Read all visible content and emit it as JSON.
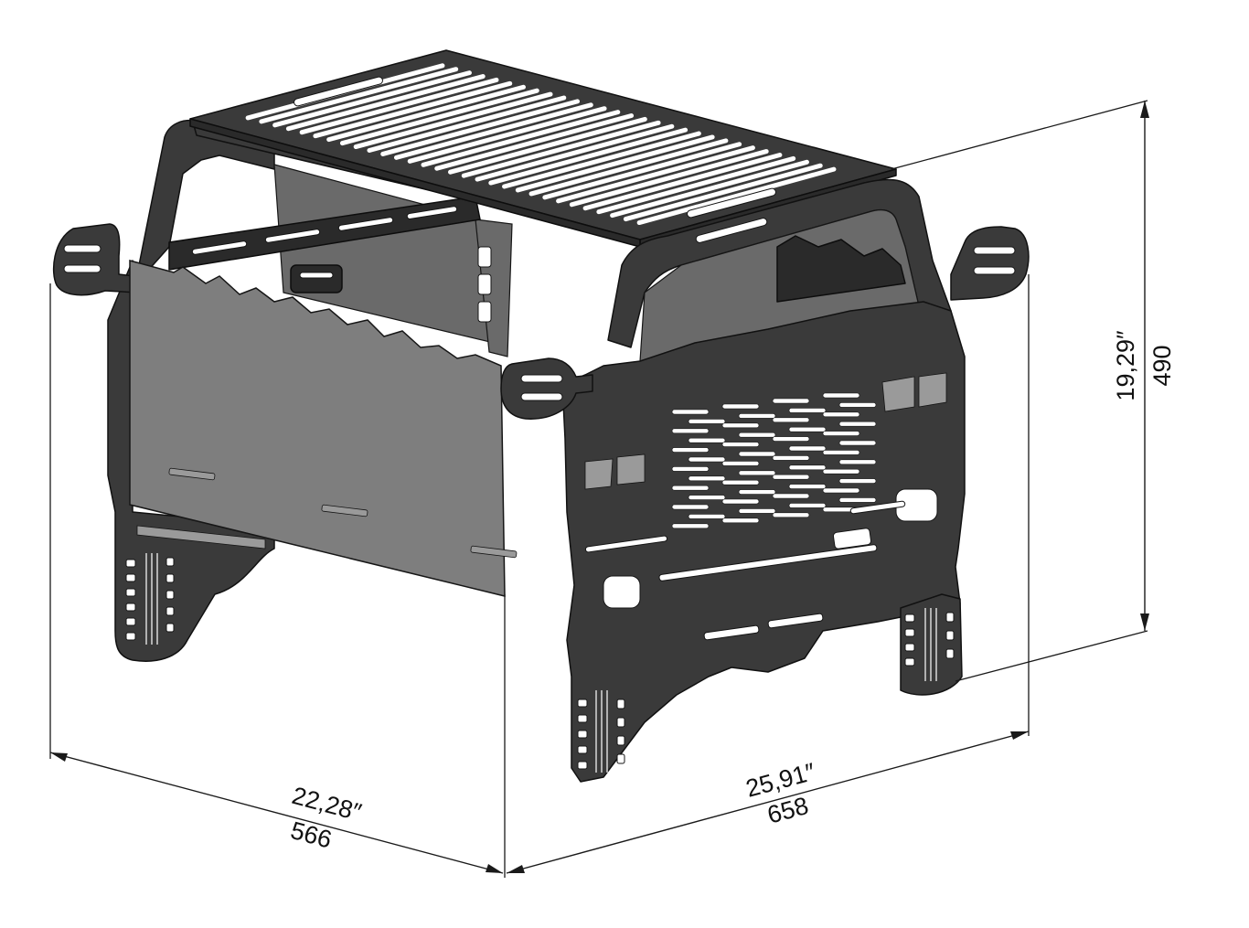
{
  "diagram": {
    "subject": "truck-shaped steel fire pit with grill grate",
    "colors": {
      "metal": "#3a3a3a",
      "side_panel": "#7e7e7e",
      "slots": "#ffffff",
      "dimension_lines": "#1a1a1a"
    },
    "dimensions": {
      "depth": {
        "inches": "22,28″",
        "mm": "566"
      },
      "width": {
        "inches": "25,91″",
        "mm": "658"
      },
      "height": {
        "inches": "19,29″",
        "mm": "490"
      }
    }
  }
}
